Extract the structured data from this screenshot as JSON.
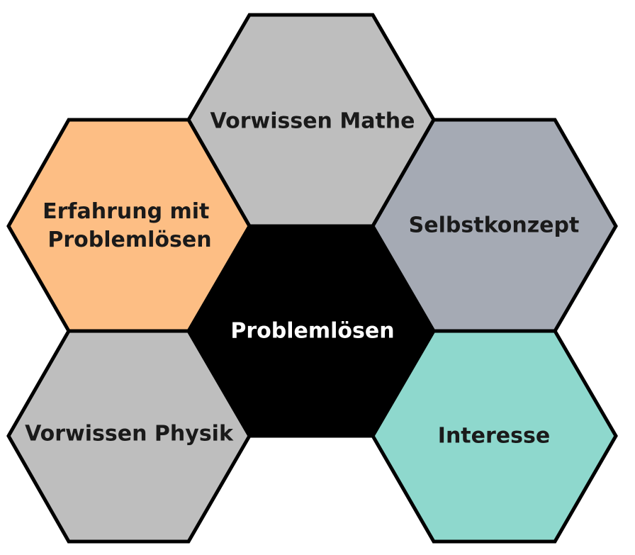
{
  "colors": {
    "center": "#000000",
    "vorwissen_mathe": "#bebebe",
    "selbstkonzept": "#a5aab4",
    "interesse": "#8ed8cd",
    "vorwissen_physik": "#bebebe",
    "erfahrung": "#fdbe84",
    "outline": "#000000",
    "text_dark": "#1a1a1a",
    "text_light": "#ffffff"
  },
  "cells": {
    "center": {
      "label": "Problemlösen"
    },
    "vorwissen_mathe": {
      "label": "Vorwissen Mathe"
    },
    "selbstkonzept": {
      "label": "Selbstkonzept"
    },
    "interesse": {
      "label": "Interesse"
    },
    "vorwissen_physik": {
      "label": "Vorwissen Physik"
    },
    "erfahrung": {
      "line1": "Erfahrung mit",
      "line2": "Problemlösen"
    }
  }
}
